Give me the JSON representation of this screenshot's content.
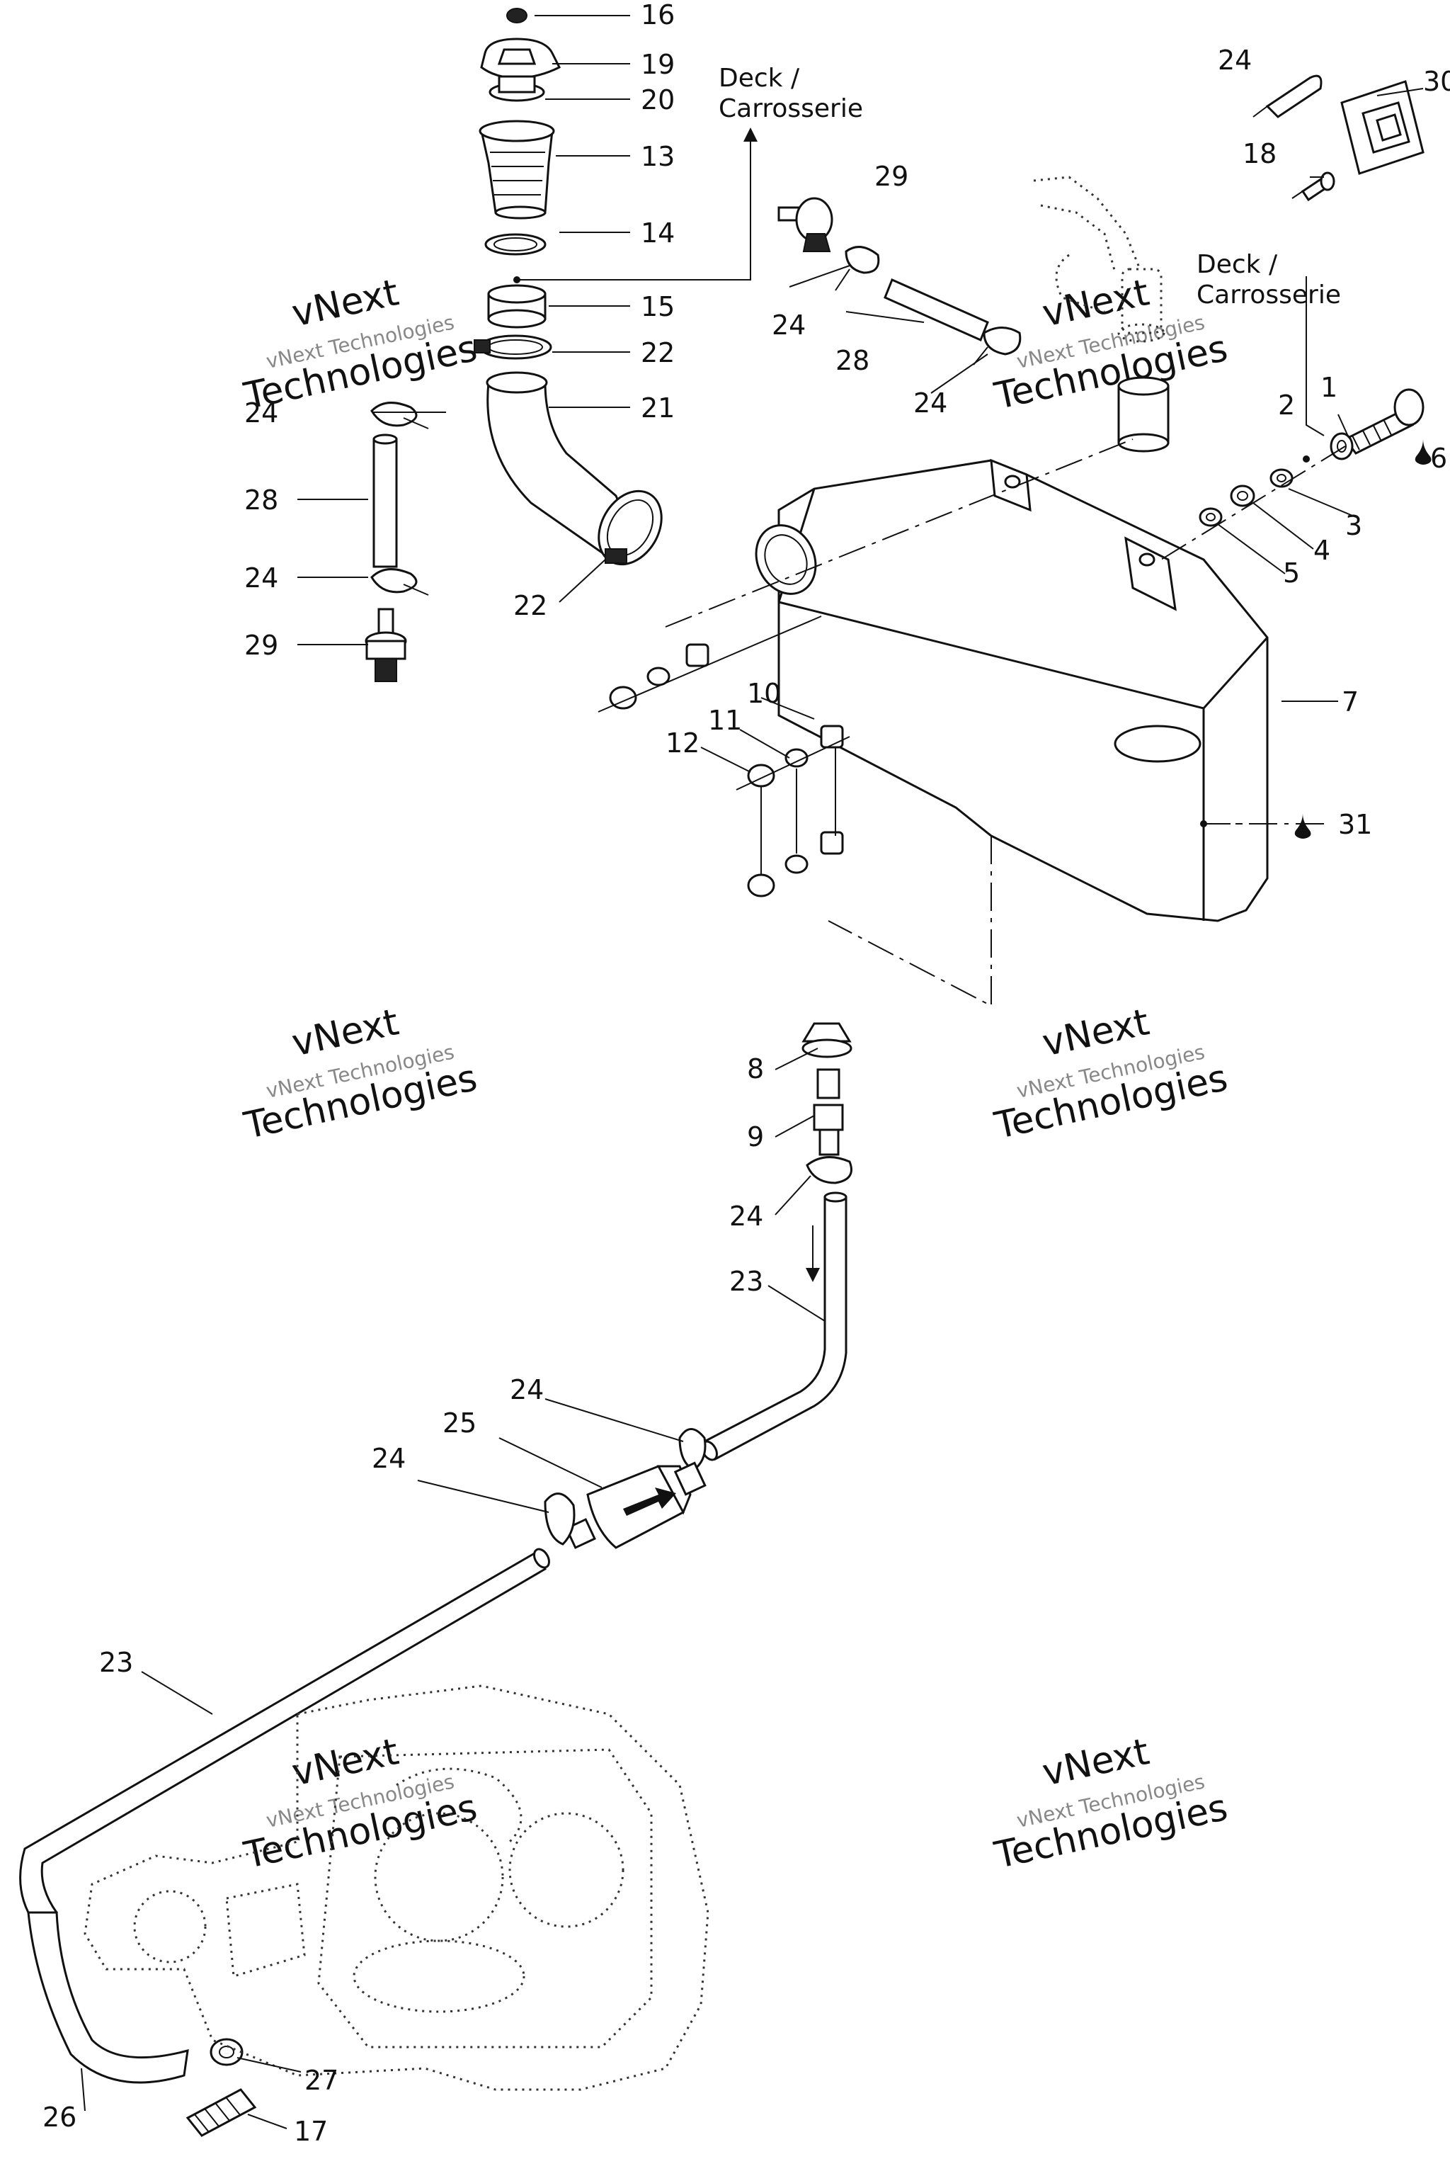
{
  "diagram": {
    "callouts": {
      "n1": "1",
      "n2": "2",
      "n3": "3",
      "n4": "4",
      "n5": "5",
      "n6": "6",
      "n7": "7",
      "n8": "8",
      "n9": "9",
      "n10": "10",
      "n11": "11",
      "n12": "12",
      "n13": "13",
      "n14": "14",
      "n15": "15",
      "n16": "16",
      "n17": "17",
      "n18": "18",
      "n19": "19",
      "n20": "20",
      "n21": "21",
      "n22": "22",
      "n23": "23",
      "n24": "24",
      "n25": "25",
      "n26": "26",
      "n27": "27",
      "n28": "28",
      "n29": "29",
      "n30": "30",
      "n31": "31"
    },
    "deck_label": {
      "line1": "Deck /",
      "line2": "Carrosserie"
    },
    "watermark": {
      "line1": "vNext",
      "line2": "vNext Technologies",
      "line3": "Technologies"
    }
  }
}
